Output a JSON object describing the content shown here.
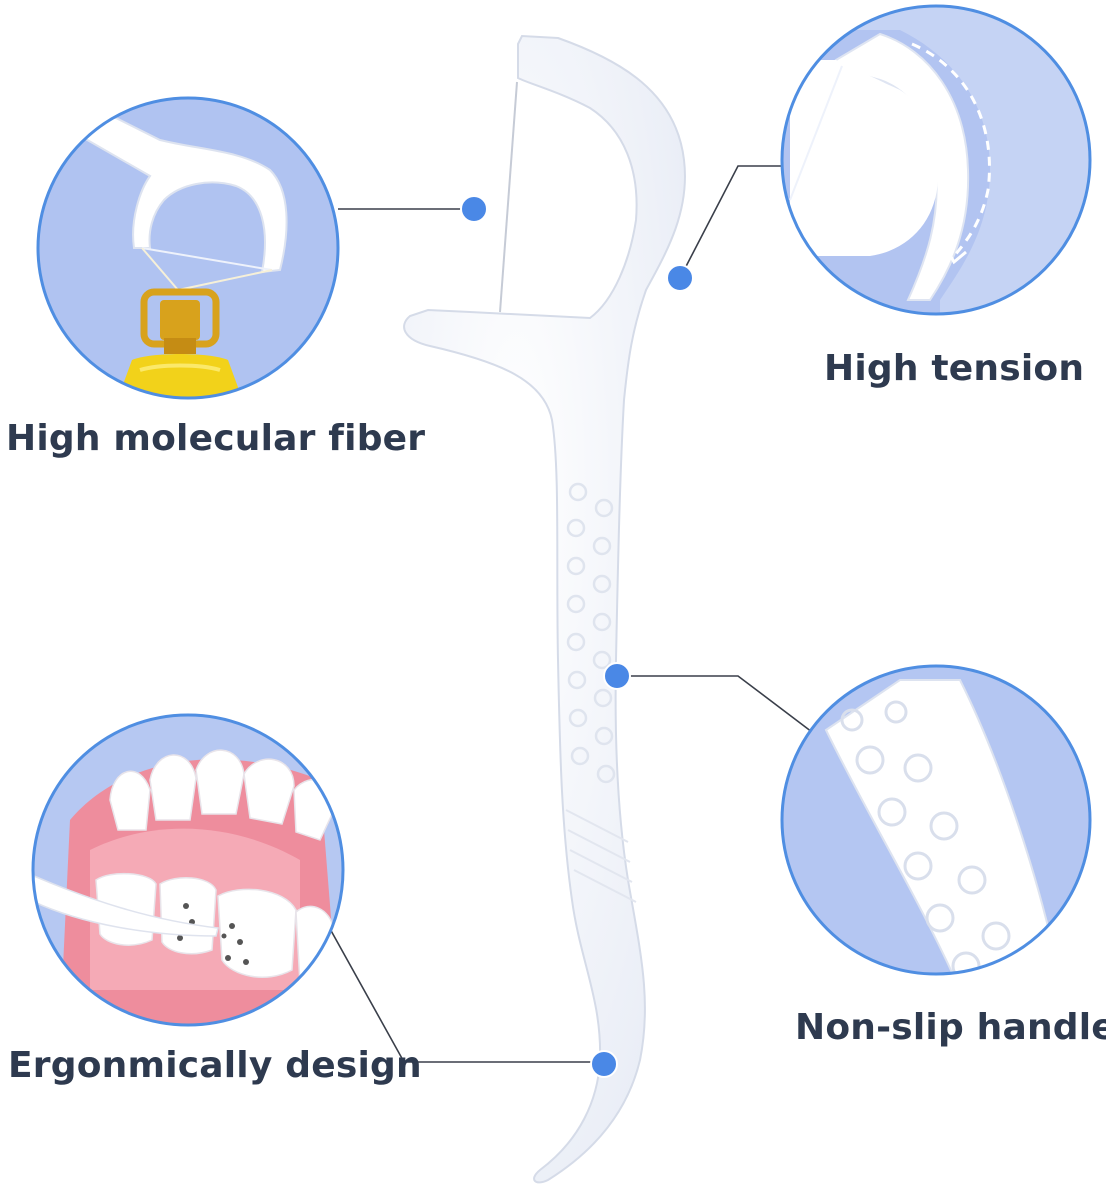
{
  "features": {
    "fiber": {
      "label": "High molecular fiber"
    },
    "tension": {
      "label": "High tension"
    },
    "handle": {
      "label": "Non-slip handle"
    },
    "ergo": {
      "label": "Ergonmically design"
    }
  },
  "colors": {
    "circle_fill": "#a9bdf0",
    "circle_border": "#4f8ee2",
    "dot": "#4a88e6",
    "leader_line": "#3a3f4a",
    "text": "#2e3a4f",
    "gums": "#ee8d9d",
    "bottle_gold": "#d8a21c"
  },
  "icons": [
    "floss-pick-illustration",
    "weight-bottle-icon",
    "teeth-illustration"
  ]
}
